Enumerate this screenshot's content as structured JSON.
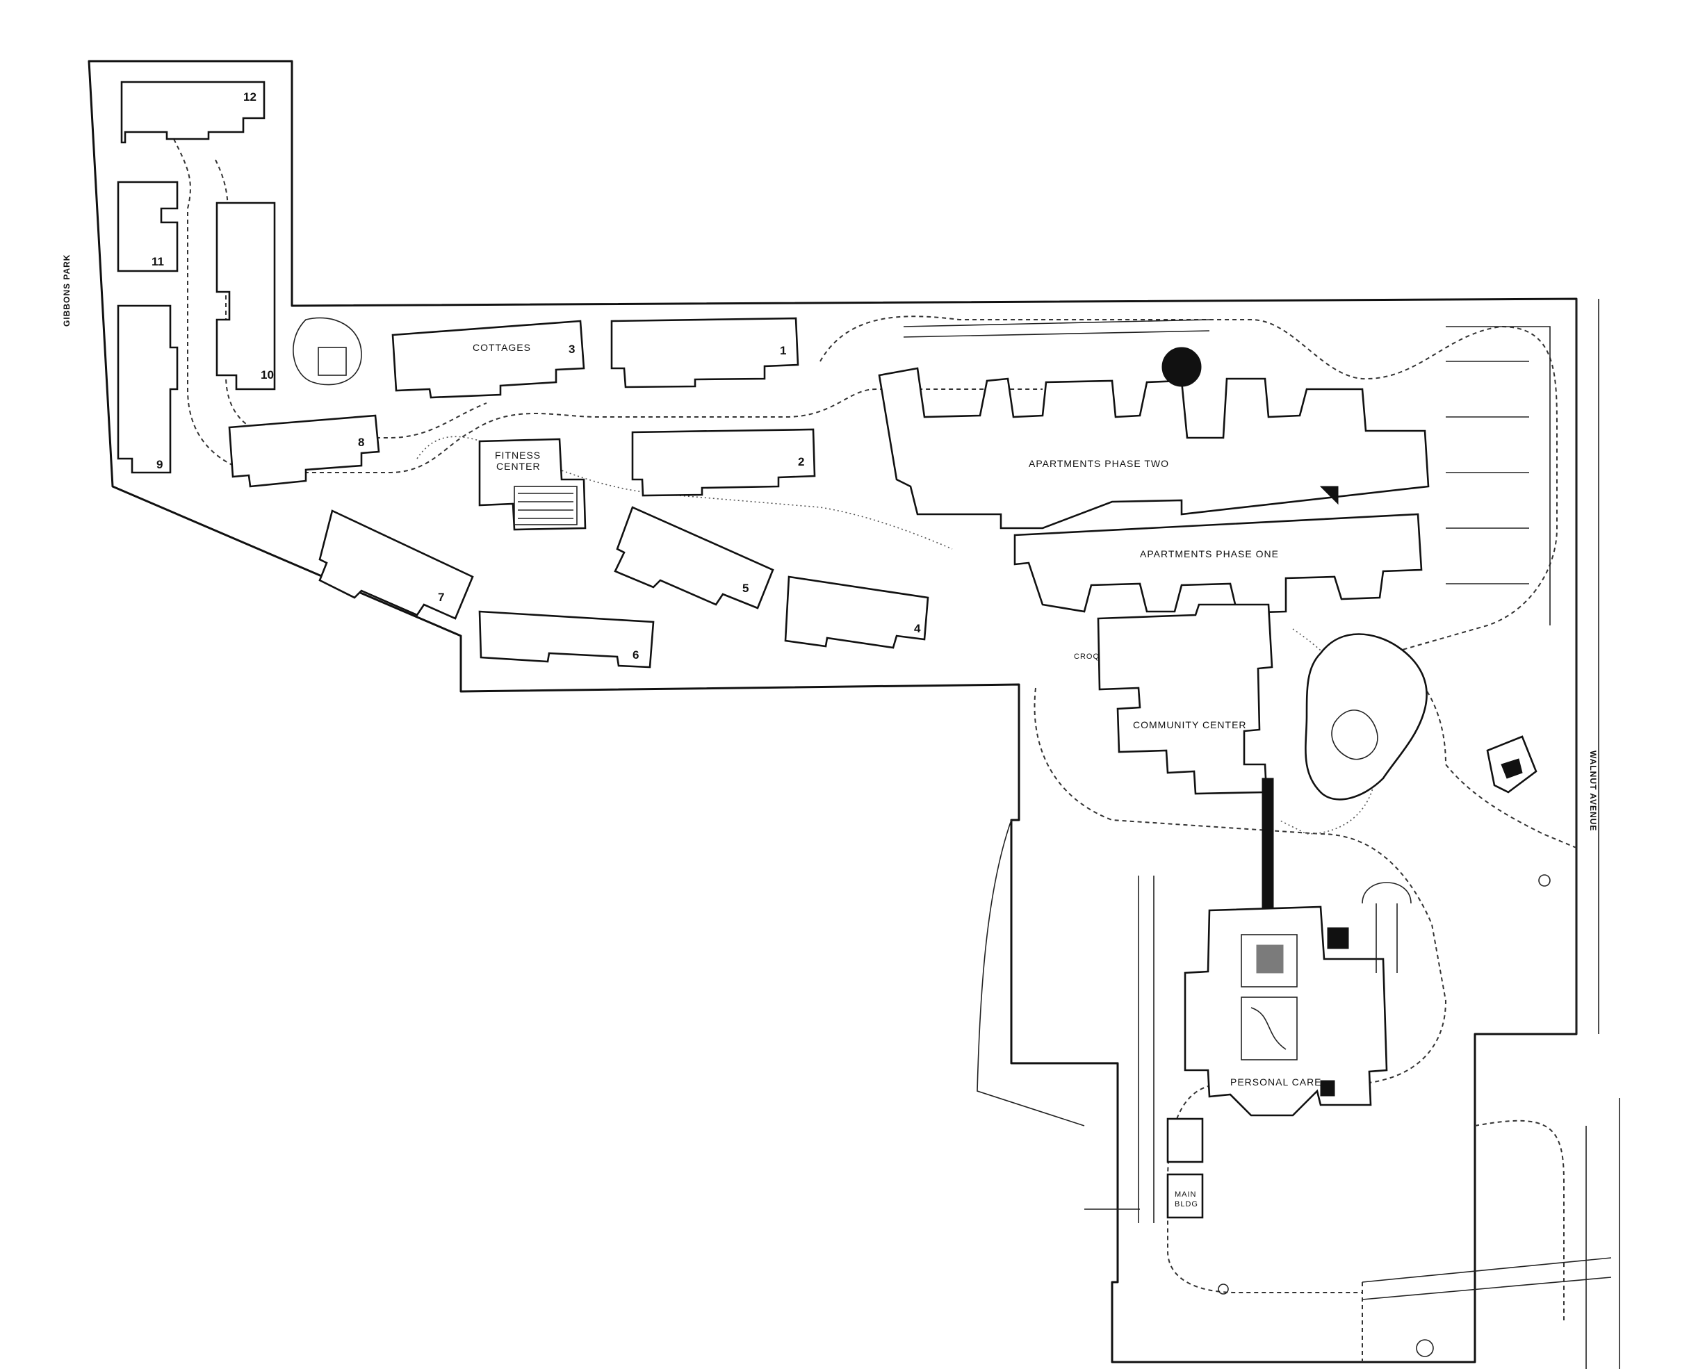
{
  "labels": {
    "cottages": "COTTAGES",
    "fitness_center_1": "FITNESS",
    "fitness_center_2": "CENTER",
    "apartments_phase_two": "APARTMENTS PHASE TWO",
    "apartments_phase_one": "APARTMENTS PHASE ONE",
    "community_center": "COMMUNITY CENTER",
    "personal_care": "PERSONAL CARE",
    "main_bldg_1": "MAIN",
    "main_bldg_2": "BLDG",
    "gibbons_park": "GIBBONS PARK",
    "walnut_avenue": "WALNUT AVENUE",
    "croquet": "CROQUET"
  },
  "cottage_numbers": [
    "1",
    "2",
    "3",
    "4",
    "5",
    "6",
    "7",
    "8",
    "9",
    "10",
    "11",
    "12"
  ]
}
